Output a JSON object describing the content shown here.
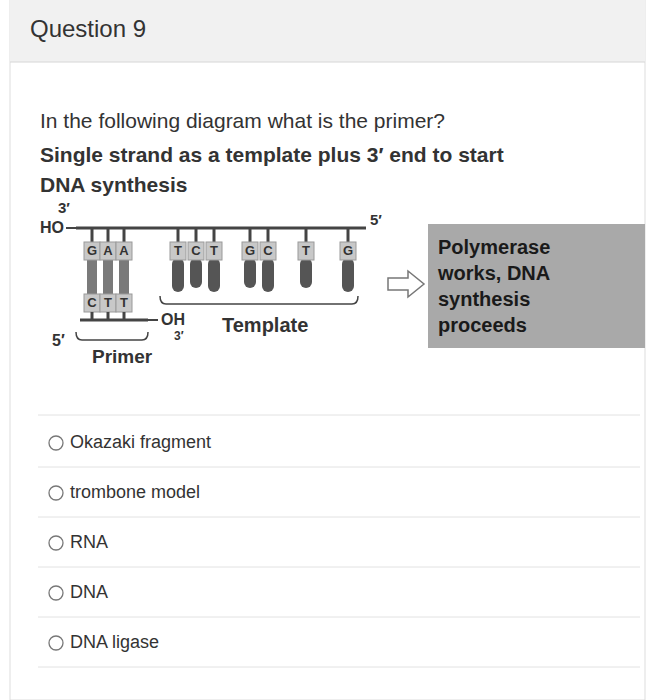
{
  "diagram": {
    "title": "Question 9",
    "nodes": [
      {
        "text": [
          "Polymerase works, DNA synthesis proceeds"
        ]
      }
    ],
    "labels": [
      "In the following diagram what is the primer?",
      "Single strand as a template plus 3′ end to start DNA synthesis",
      "3′",
      "HO",
      "5′",
      "G",
      "A",
      "A",
      "T",
      "C",
      "T",
      "G",
      "C",
      "T",
      "G",
      "C",
      "T",
      "T",
      "OH",
      "3′",
      "Template",
      "5′",
      "Primer",
      "Okazaki fragment",
      "trombone model",
      "RNA",
      "DNA",
      "DNA ligase"
    ]
  }
}
